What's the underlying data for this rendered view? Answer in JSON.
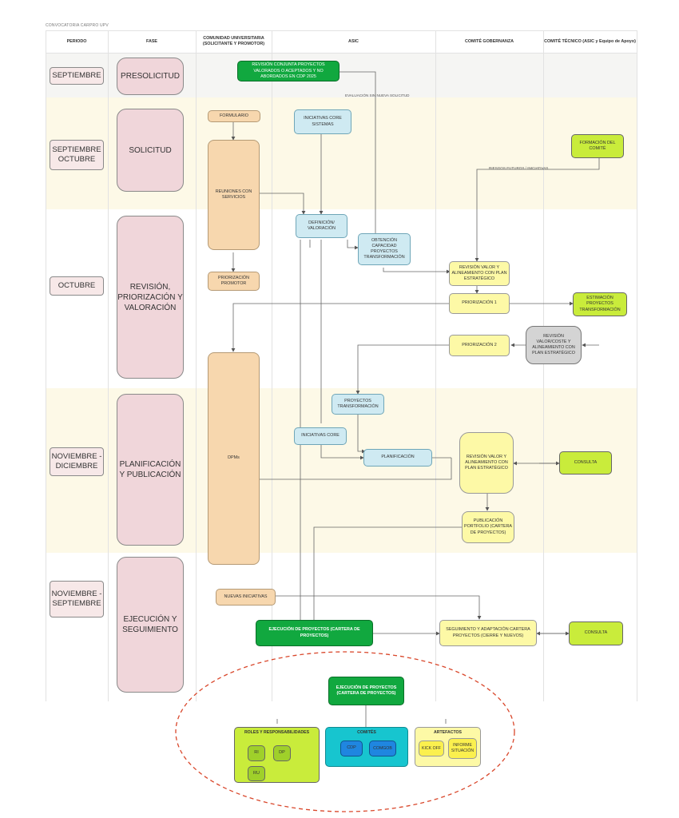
{
  "doc_title": "CONVOCATORIA CARPRO UPV",
  "headers": {
    "periodo": "PERIODO",
    "fase": "FASE",
    "comunidad": "COMUNIDAD UNIVERSITARIA (SOLICITANTE Y PROMOTOR)",
    "asic": "ASIC",
    "comite_gobernanza": "COMITÉ GOBERNANZA",
    "comite_tecnico": "COMITÉ TÉCNICO (ASIC y Equipo de Apoyo)"
  },
  "periods": {
    "presolicitud": "SEPTIEMBRE",
    "solicitud": "SEPTIEMBRE OCTUBRE",
    "revision": "OCTUBRE",
    "planificacion": "NOVIEMBRE - DICIEMBRE",
    "ejecucion": "NOVIEMBRE - SEPTIEMBRE"
  },
  "phases": {
    "presolicitud": "PRESOLICITUD",
    "solicitud": "SOLICITUD",
    "revision": "REVISIÓN, PRIORIZACIÓN Y VALORACIÓN",
    "planificacion": "PLANIFICACIÓN Y PUBLICACIÓN",
    "ejecucion": "EJECUCIÓN Y SEGUIMIENTO"
  },
  "nodes": {
    "revision_conjunta": "REVISIÓN CONJUNTA PROYECTOS VALORADOS O ACEPTADOS Y NO ABORDADOS EN CDP 2025",
    "formulario": "FORMULARIO",
    "iniciativas_core_sistemas": "INICIATIVAS CORE SISTEMAS",
    "formacion_comite": "FORMACIÓN DEL COMITÉ",
    "reuniones_servicios": "REUNIONES CON SERVICIOS",
    "definicion_valoracion": "DEFINICIÓN/ VALORACIÓN",
    "obtencion_capacidad": "OBTENCIÓN CAPACIDAD PROYECTOS TRANSFORMACIÓN",
    "revision_valor_1": "REVISIÓN VALOR Y ALINEAMIENTO CON PLAN ESTRATÉGICO",
    "priorizacion_promotor": "PRIORIZACIÓN PROMOTOR",
    "priorizacion_1": "PRIORIZACIÓN 1",
    "estimacion_proyectos": "ESTIMACIÓN PROYECTOS TRANSFORMACIÓN",
    "priorizacion_2": "PRIORIZACIÓN 2",
    "revision_valor_coste": "REVISIÓN VALOR/COSTE Y ALINEAMIENTO CON PLAN ESTRATÉGICO",
    "dpms": "DPMs",
    "proyectos_transformacion": "PROYECTOS TRANSFORMACIÓN",
    "iniciativas_core": "INICIATIVAS CORE",
    "planificacion": "PLANIFICACIÓN",
    "revision_valor_2": "REVISIÓN VALOR Y ALINEAMIENTO CON PLAN ESTRATÉGICO",
    "consulta_1": "CONSULTA",
    "publicacion_portfolio": "PUBLICACIÓN PORTFOLIO (CARTERA DE PROYECTOS)",
    "nuevas_iniciativas": "NUEVAS INICIATIVAS",
    "ejecucion_proyectos": "EJECUCIÓN DE PROYECTOS (CARTERA DE PROYECTOS)",
    "seguimiento": "SEGUIMIENTO Y ADAPTACIÓN CARTERA PROYECTOS (CIERRE Y NUEVOS)",
    "consulta_2": "CONSULTA",
    "ejecucion_proyectos_detail": "EJECUCIÓN DE PROYECTOS (CARTERA DE PROYECTOS)"
  },
  "edge_labels": {
    "evaluacion": "EVALUACIÓN SIN NUEVA SOLICITUD",
    "riesgos": "RIESGOS FUTUROS / INICIATIVAS"
  },
  "groups": {
    "roles": {
      "title": "ROLES Y RESPONSABILIDADES",
      "items": [
        "RI",
        "DP",
        "RU"
      ]
    },
    "comites": {
      "title": "COMITÉS",
      "items": [
        "CDP",
        "COMGOB"
      ]
    },
    "artefactos": {
      "title": "ARTEFACTOS",
      "items": [
        "KICK OFF",
        "INFORME SITUACIÓN"
      ]
    }
  },
  "colors": {
    "row_alt": "#fdf9e7",
    "row_first": "#f5f5f3",
    "pill": "#f7e8e8",
    "fase": "#f0d6da",
    "orange": "#f7d7ae",
    "light_blue": "#cfeaf2",
    "yellow": "#fdf9a6",
    "light_green": "#c9ec3b",
    "dark_green": "#11a83f",
    "grey": "#d4d4d4",
    "cyan": "#17c5cf",
    "dark_blue": "#1f86e0",
    "highlight_ellipse": "#d9472b"
  }
}
